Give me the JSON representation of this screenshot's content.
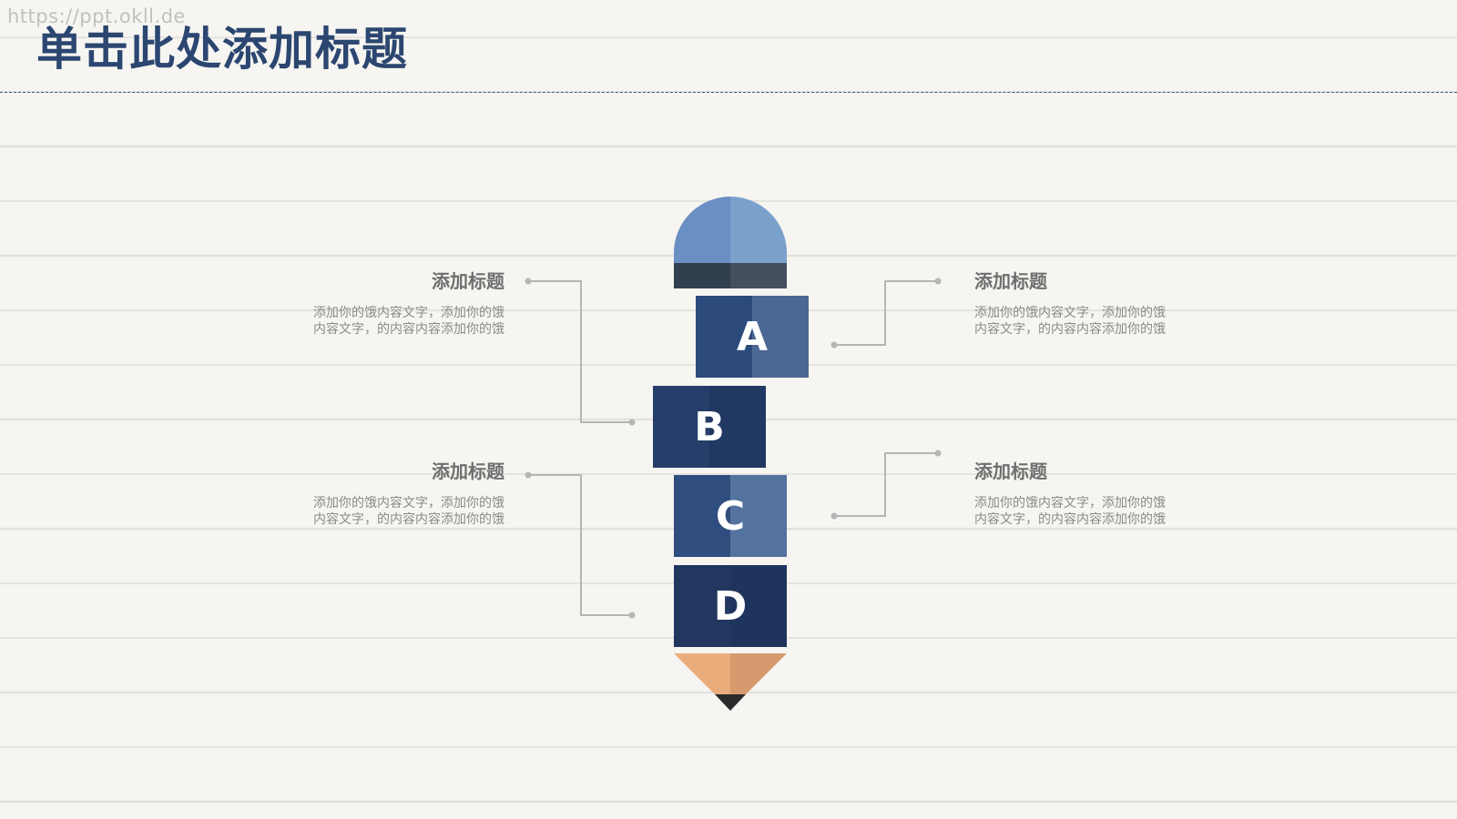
{
  "watermark": "https://ppt.okll.de",
  "title": "单击此处添加标题",
  "colors": {
    "title": "#2b4670",
    "eraser_left": "#6a8fc3",
    "eraser_right": "#7aa0cc",
    "ferrule": "#323f4e",
    "tip_wood_left": "#ebac7c",
    "tip_wood_right": "#d69a6e",
    "lead": "#2b2b2b"
  },
  "blocks": [
    {
      "letter": "A"
    },
    {
      "letter": "B"
    },
    {
      "letter": "C"
    },
    {
      "letter": "D"
    }
  ],
  "items": [
    {
      "title": "添加标题",
      "desc_line1": "添加你的饿内容文字，添加你的饿",
      "desc_line2": "内容文字，的内容内容添加你的饿"
    },
    {
      "title": "添加标题",
      "desc_line1": "添加你的饿内容文字，添加你的饿",
      "desc_line2": "内容文字，的内容内容添加你的饿"
    },
    {
      "title": "添加标题",
      "desc_line1": "添加你的饿内容文字，添加你的饿",
      "desc_line2": "内容文字，的内容内容添加你的饿"
    },
    {
      "title": "添加标题",
      "desc_line1": "添加你的饿内容文字，添加你的饿",
      "desc_line2": "内容文字，的内容内容添加你的饿"
    }
  ]
}
